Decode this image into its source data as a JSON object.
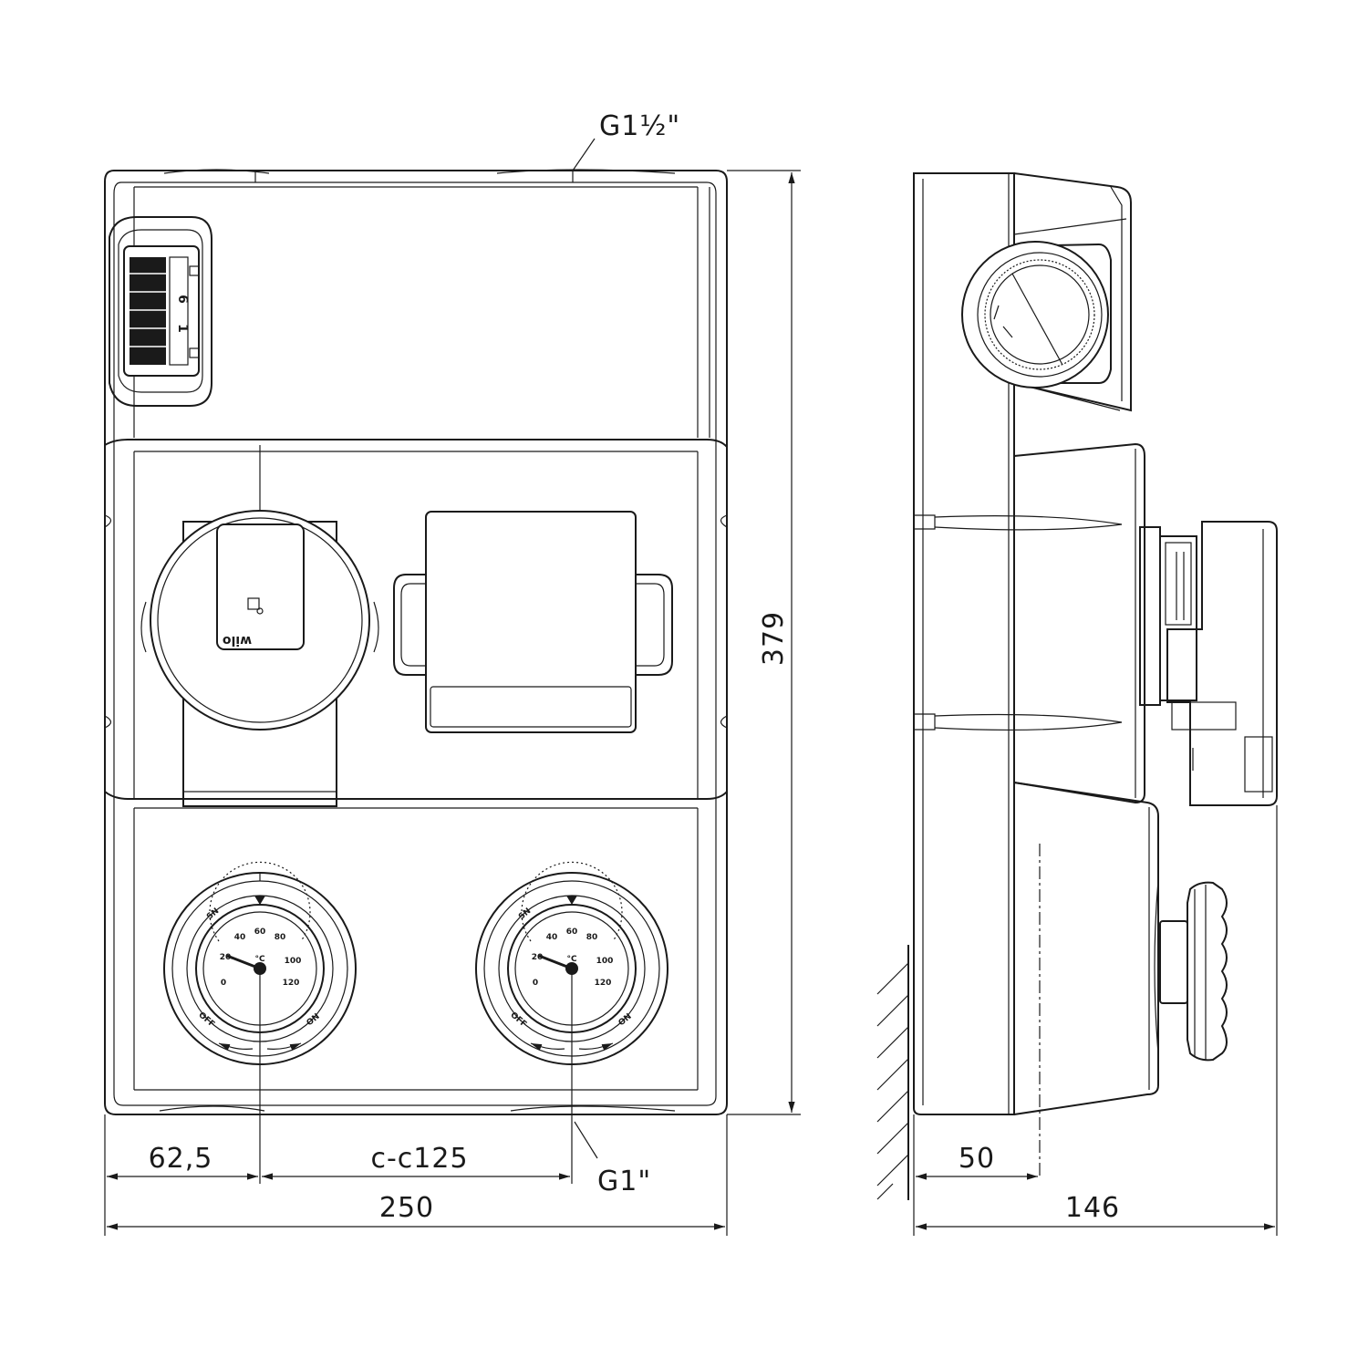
{
  "dimensions": {
    "height_379": "379",
    "width_250": "250",
    "left_offset": "62,5",
    "center_distance": "c-c125",
    "depth_146": "146",
    "wall_offset_50": "50"
  },
  "connections": {
    "top": "G1½\"",
    "bottom": "G1\""
  },
  "gauges": {
    "unit": "°C",
    "scale": [
      "0",
      "20",
      "40",
      "60",
      "80",
      "100",
      "120"
    ],
    "off_label": "OFF",
    "on_label": "ON",
    "sn_label": "SN"
  },
  "mixer_valve": {
    "mark_6": "6",
    "mark_1": "1"
  },
  "pump": {
    "brand": "wilo"
  }
}
